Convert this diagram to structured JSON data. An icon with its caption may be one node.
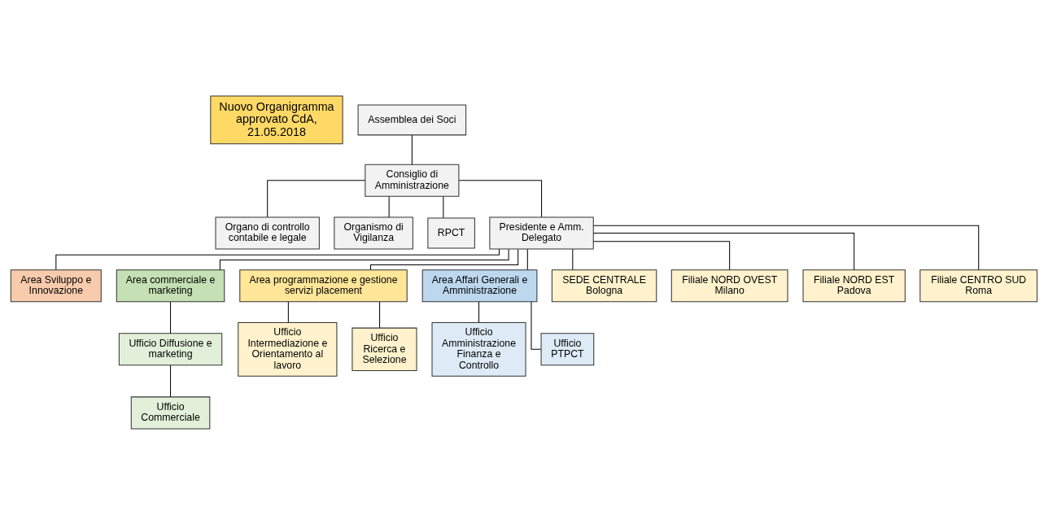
{
  "diagram": {
    "nodes": [
      {
        "text": [
          "Nuovo Organigramma approvato CdA, 21.05.2018"
        ]
      },
      {
        "text": [
          "Assemblea dei Soci"
        ]
      },
      {
        "text": [
          "Consiglio di Amministrazione"
        ]
      },
      {
        "text": [
          "Organo di controllo contabile e legale"
        ]
      },
      {
        "text": [
          "Organismo di Vigilanza"
        ]
      },
      {
        "text": [
          "RPCT"
        ]
      },
      {
        "text": [
          "Presidente e Amm. Delegato"
        ]
      },
      {
        "text": [
          "Area Sviluppo e Innovazione"
        ]
      },
      {
        "text": [
          "Area commerciale e marketing"
        ]
      },
      {
        "text": [
          "Area programmazione e gestione servizi placement"
        ]
      },
      {
        "text": [
          "Area Affari Generali e Amministrazione"
        ]
      },
      {
        "text": [
          "Ufficio Diffusione e marketing"
        ]
      },
      {
        "text": [
          "Ufficio Commerciale"
        ]
      },
      {
        "text": [
          "Ufficio Intermediazione e Orientamento al lavoro"
        ]
      },
      {
        "text": [
          "Ufficio Ricerca e Selezione"
        ]
      },
      {
        "text": [
          "Ufficio Amministrazione Finanza e Controllo"
        ]
      },
      {
        "text": [
          "Ufficio PTPCT"
        ]
      },
      {
        "text": [
          "SEDE CENTRALE Bologna"
        ]
      },
      {
        "text": [
          "Filiale NORD OVEST Milano"
        ]
      },
      {
        "text": [
          "Filiale NORD EST Padova"
        ]
      },
      {
        "text": [
          "Filiale CENTRO SUD Roma"
        ]
      }
    ],
    "edges": [
      {
        "from": 1,
        "to": 2,
        "arrow": "none"
      },
      {
        "from": 2,
        "to": 3,
        "arrow": "none"
      },
      {
        "from": 2,
        "to": 4,
        "arrow": "none"
      },
      {
        "from": 2,
        "to": 5,
        "arrow": "none"
      },
      {
        "from": 2,
        "to": 6,
        "arrow": "none"
      },
      {
        "from": 6,
        "to": 7,
        "arrow": "none"
      },
      {
        "from": 6,
        "to": 8,
        "arrow": "none"
      },
      {
        "from": 6,
        "to": 9,
        "arrow": "none"
      },
      {
        "from": 6,
        "to": 10,
        "arrow": "none"
      },
      {
        "from": 8,
        "to": 11,
        "arrow": "none"
      },
      {
        "from": 11,
        "to": 12,
        "arrow": "none"
      },
      {
        "from": 9,
        "to": 13,
        "arrow": "none"
      },
      {
        "from": 9,
        "to": 14,
        "arrow": "none"
      },
      {
        "from": 10,
        "to": 15,
        "arrow": "none"
      },
      {
        "from": 10,
        "to": 16,
        "arrow": "none"
      },
      {
        "from": 6,
        "to": 17,
        "arrow": "none"
      },
      {
        "from": 6,
        "to": 18,
        "arrow": "none"
      },
      {
        "from": 6,
        "to": 19,
        "arrow": "none"
      },
      {
        "from": 6,
        "to": 20,
        "arrow": "none"
      }
    ]
  }
}
